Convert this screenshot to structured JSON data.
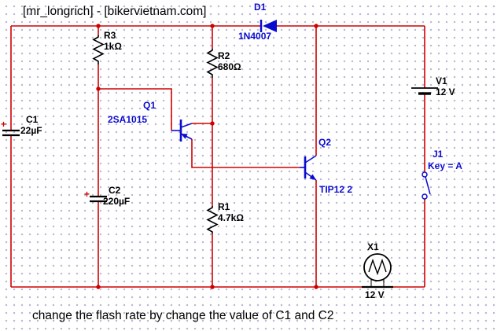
{
  "title": "[mr_longrich] - [bikervietnam.com]",
  "caption": "change the flash rate by change the value of C1 and C2",
  "colors": {
    "wire": "#d10000",
    "component_label_blue": "#0b0bd0",
    "component_label_black": "#000000",
    "grid_dot": "#b6b6d6",
    "background": "#ffffff"
  },
  "components": {
    "r3": {
      "ref": "R3",
      "value": "1kΩ"
    },
    "r2": {
      "ref": "R2",
      "value": "680Ω"
    },
    "r1": {
      "ref": "R1",
      "value": "4.7kΩ"
    },
    "c1": {
      "ref": "C1",
      "value": "22µF",
      "polarity": "+"
    },
    "c2": {
      "ref": "C2",
      "value": "220µF",
      "polarity": "+"
    },
    "d1": {
      "ref": "D1",
      "value": "1N4007"
    },
    "q1": {
      "ref": "Q1",
      "value": "2SA1015"
    },
    "q2": {
      "ref": "Q2",
      "value": "TIP12 2"
    },
    "v1": {
      "ref": "V1",
      "value": "12 V"
    },
    "j1": {
      "ref": "J1",
      "value": "Key = A"
    },
    "x1": {
      "ref": "X1",
      "value": "12 V"
    }
  }
}
